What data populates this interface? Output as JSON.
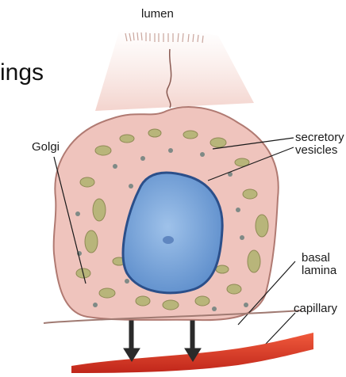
{
  "heading_fragment": "ings",
  "labels": {
    "lumen": "lumen",
    "golgi": "Golgi",
    "secretory_line1": "secretory",
    "secretory_line2": "vesicles",
    "basal_line1": "basal",
    "basal_line2": "lamina",
    "capillary": "capillary"
  },
  "colors": {
    "background": "#ffffff",
    "cell_fill": "#efc4bd",
    "cell_outline": "#b07a72",
    "nucleus_fill": "#7aa9dd",
    "nucleus_outline": "#2b4f8a",
    "organelle_fill": "#b8b57a",
    "capillary": "#d8321e",
    "arrow": "#2a2a2a"
  }
}
